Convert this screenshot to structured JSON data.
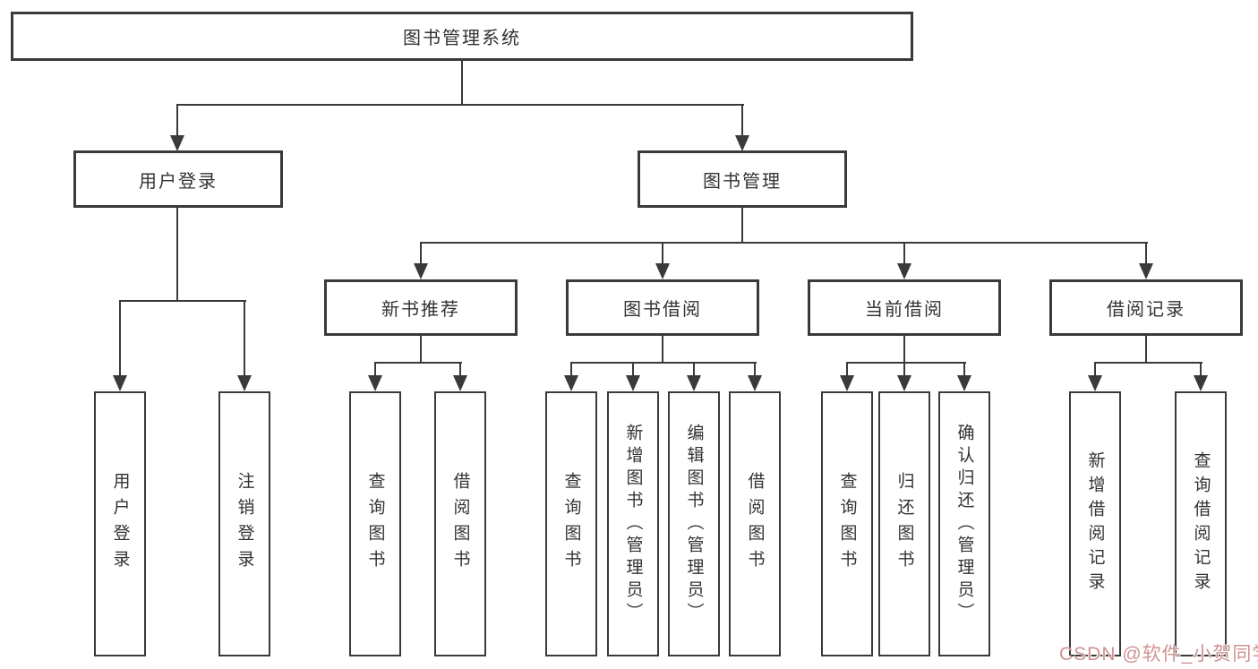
{
  "diagram": {
    "root": {
      "label": "图书管理系统"
    },
    "level2": [
      {
        "label": "用户登录"
      },
      {
        "label": "图书管理"
      }
    ],
    "level3": [
      {
        "label": "新书推荐"
      },
      {
        "label": "图书借阅"
      },
      {
        "label": "当前借阅"
      },
      {
        "label": "借阅记录"
      }
    ],
    "leaves": [
      {
        "label": "用户登录"
      },
      {
        "label": "注销登录"
      },
      {
        "label": "查询图书"
      },
      {
        "label": "借阅图书"
      },
      {
        "label": "查询图书"
      },
      {
        "label": "新增图书（管理员）"
      },
      {
        "label": "编辑图书（管理员）"
      },
      {
        "label": "借阅图书"
      },
      {
        "label": "查询图书"
      },
      {
        "label": "归还图书"
      },
      {
        "label": "确认归还（管理员）"
      },
      {
        "label": "新增借阅记录"
      },
      {
        "label": "查询借阅记录"
      }
    ]
  },
  "watermark": {
    "text": "CSDN @软件_小贺同学",
    "color": "#cf9292"
  },
  "colors": {
    "line": "#3a3a3a",
    "box_background": "#ffffff",
    "page_background": "#ffffff"
  }
}
